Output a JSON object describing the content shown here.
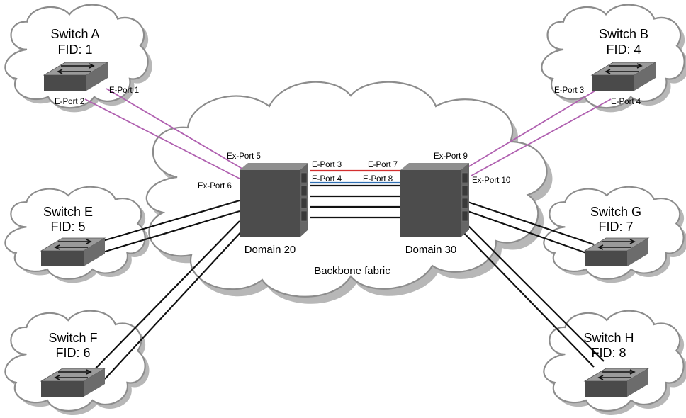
{
  "backbone": {
    "label": "Backbone fabric",
    "domain_left": "Domain 20",
    "domain_right": "Domain 30"
  },
  "switches": {
    "a": {
      "name": "Switch A",
      "fid": "FID: 1"
    },
    "b": {
      "name": "Switch B",
      "fid": "FID: 4"
    },
    "e": {
      "name": "Switch E",
      "fid": "FID: 5"
    },
    "f": {
      "name": "Switch F",
      "fid": "FID: 6"
    },
    "g": {
      "name": "Switch G",
      "fid": "FID: 7"
    },
    "h": {
      "name": "Switch H",
      "fid": "FID: 8"
    }
  },
  "ports": {
    "a_e1": "E-Port 1",
    "a_e2": "E-Port 2",
    "b_e3": "E-Port 3",
    "b_e4": "E-Port 4",
    "ex5": "Ex-Port 5",
    "ex6": "Ex-Port 6",
    "e3": "E-Port 3",
    "e4": "E-Port 4",
    "e7": "E-Port 7",
    "e8": "E-Port 8",
    "ex9": "Ex-Port 9",
    "ex10": "Ex-Port 10"
  },
  "colors": {
    "purple_link": "#b060b0",
    "red_link": "#d32f2f",
    "blue_link": "#2f6fb3"
  }
}
